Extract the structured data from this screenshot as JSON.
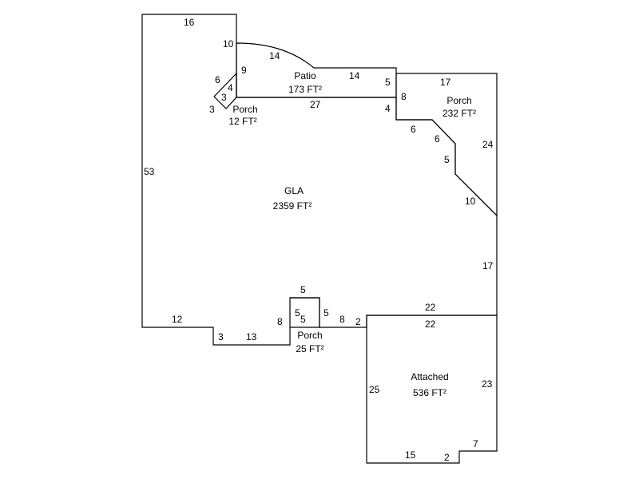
{
  "sketch": {
    "areas": {
      "gla": {
        "name": "GLA",
        "size": "2359 FT²"
      },
      "patio": {
        "name": "Patio",
        "size": "173 FT²"
      },
      "porch_small": {
        "name": "Porch",
        "size": "12 FT²"
      },
      "porch_right": {
        "name": "Porch",
        "size": "232 FT²"
      },
      "porch_bottom": {
        "name": "Porch",
        "size": "25 FT²"
      },
      "attached": {
        "name": "Attached",
        "size": "536 FT²"
      }
    },
    "dims": {
      "gla_top": "16",
      "gla_left": "53",
      "gla_bottom_left": "12",
      "gla_notch_v": "3",
      "gla_notch_h": "13",
      "gla_porch_left": "8",
      "gla_porch_right": "8",
      "gla_to_garage": "2",
      "gla_right_lower": "17",
      "gla_diag": "10",
      "gla_step_v": "5",
      "gla_step_diag": "6",
      "gla_step_h": "6",
      "gla_step_up": "4",
      "gla_patio_edge": "27",
      "patio_left": "10",
      "patio_arc": "14",
      "patio_top": "14",
      "patio_right": "5",
      "porch_s_upper": "9",
      "porch_s_inner": "4",
      "porch_s_top": "6",
      "porch_s_mid": "3",
      "porch_s_bottom": "3",
      "porch_r_top": "17",
      "porch_r_left": "8",
      "porch_r_right": "24",
      "porch_b_top": "5",
      "porch_b_left": "5",
      "porch_b_right": "5",
      "porch_b_inner": "5",
      "garage_top_outer": "22",
      "garage_top_inner": "22",
      "garage_left": "25",
      "garage_right": "23",
      "garage_bottom": "15",
      "garage_notch_v": "2",
      "garage_notch_h": "7"
    }
  }
}
